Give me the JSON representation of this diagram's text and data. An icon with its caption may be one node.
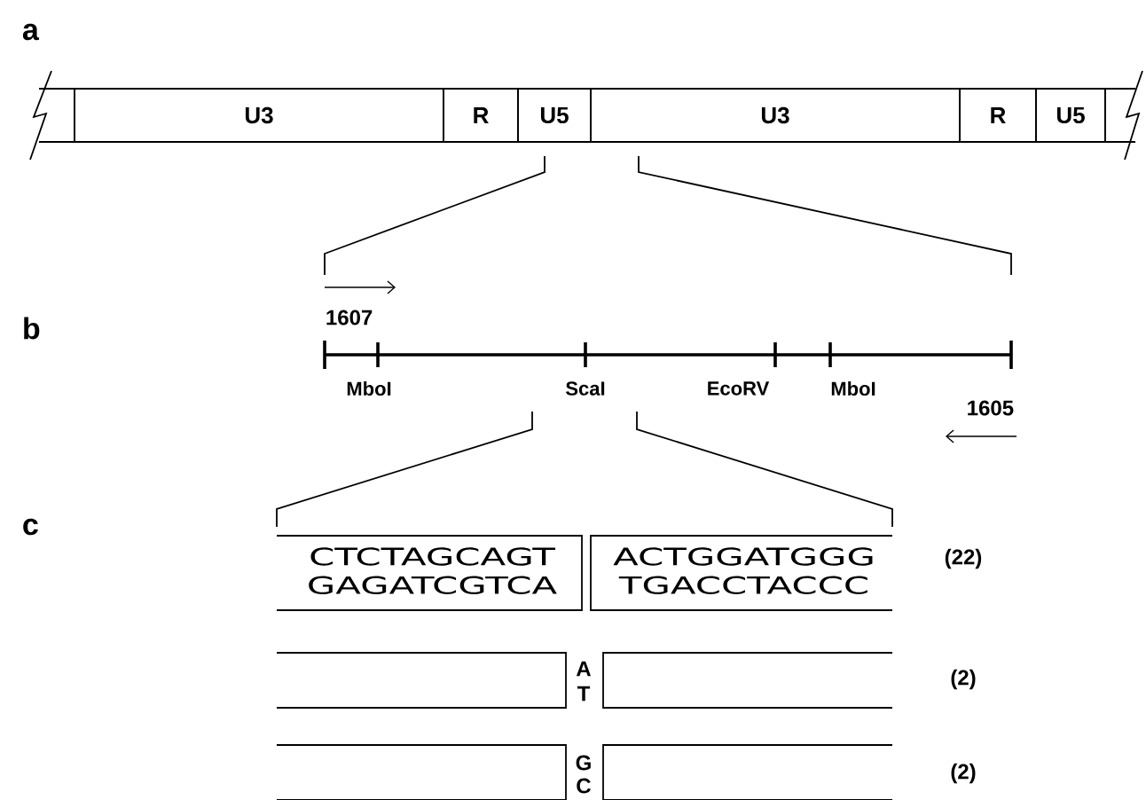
{
  "diagram": {
    "nodes": [
      {
        "text": [
          "U3"
        ]
      },
      {
        "text": [
          "R"
        ]
      },
      {
        "text": [
          "U5"
        ]
      },
      {
        "text": [
          "U3"
        ]
      },
      {
        "text": [
          "R"
        ]
      },
      {
        "text": [
          "U5"
        ]
      },
      {
        "text": [
          "CTCTAGCAGT",
          "GAGATCGTCA"
        ]
      },
      {
        "text": [
          "ACTGGATGGG",
          "TGACCTACCC"
        ]
      }
    ],
    "labels": [
      "a",
      "b",
      "1607",
      "MboI",
      "ScaI",
      "EcoRV",
      "MboI",
      "1605",
      "c",
      "(22)",
      "A",
      "T",
      "(2)",
      "G",
      "C",
      "(2)"
    ]
  }
}
